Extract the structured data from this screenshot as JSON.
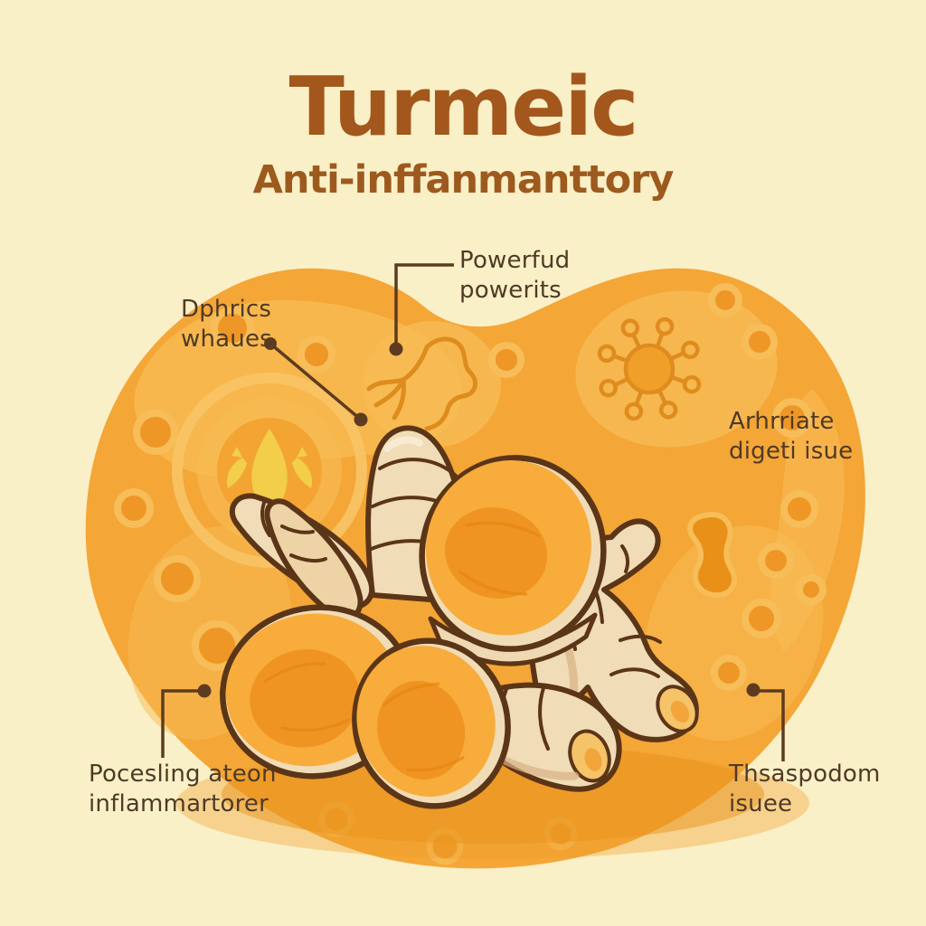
{
  "title": "Turmeic",
  "subtitle": "Anti-inffanmanttory",
  "labels": {
    "powerful_powers": {
      "line1": "Powerfud",
      "line2": "powerits"
    },
    "dphrics_whaues": {
      "line1": "Dphrics",
      "line2": "whaues"
    },
    "arthritis_digestive": {
      "line1": "Arhrriate",
      "line2": "digeti isue"
    },
    "processing_anti_inflammatory": {
      "line1": "Pocesling ateon",
      "line2": "inflammartorer"
    },
    "thsaspodom_issue": {
      "line1": "Thsaspodom",
      "line2": "isuee"
    }
  },
  "icons": [
    "flame-root-icon",
    "nerve-branch-icon",
    "virus-icon",
    "turmeric-rhizomes-illustration"
  ],
  "colors": {
    "background_cream": "#FAF0C7",
    "blob_orange": "#F4A637",
    "blob_light_patch": "#F8BC55",
    "cell_core_orange": "#EE9726",
    "cell_ring_light": "#F7BD58",
    "rhizome_skin": "#F0DCB6",
    "rhizome_shade": "#D9B184",
    "cut_face_orange": "#F7AC3B",
    "cut_inner_orange": "#EF9422",
    "outline_brown": "#5B3517",
    "title_brown": "#A4571C",
    "label_text_brown": "#4F3A26",
    "leader_line_brown": "#5D3B20",
    "flame_yellow": "#F2CE4A",
    "icon_stroke_orange": "#DE8C1E"
  }
}
